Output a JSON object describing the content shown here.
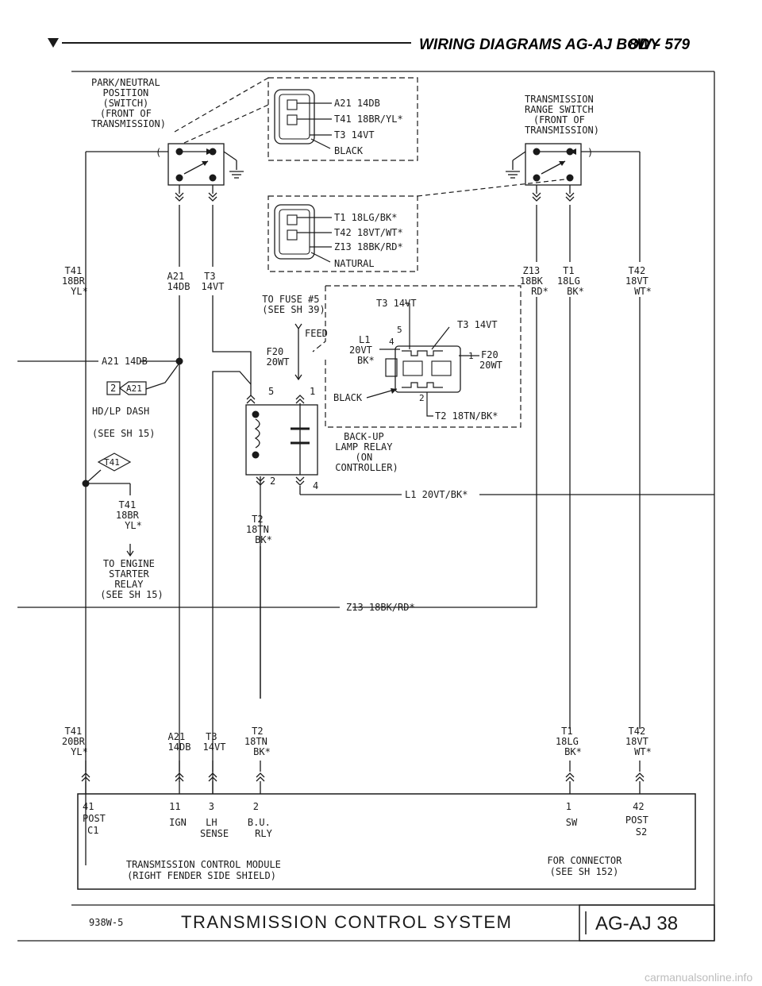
{
  "header": {
    "title": "WIRING DIAGRAMS AG-AJ BODY",
    "page": "8W - 579"
  },
  "components": {
    "park_neutral": [
      "PARK/NEUTRAL",
      "POSITION",
      "(SWITCH)",
      "(FRONT OF",
      "TRANSMISSION)"
    ],
    "range_switch": [
      "TRANSMISSION",
      "RANGE SWITCH",
      "(FRONT OF",
      "TRANSMISSION)"
    ],
    "connector_top": [
      "A21 14DB",
      "T41 18BR/YL*",
      "T3 14VT",
      "BLACK"
    ],
    "connector_mid": [
      "T1 18LG/BK*",
      "T42 18VT/WT*",
      "Z13 18BK/RD*",
      "NATURAL"
    ],
    "fuse": [
      "TO FUSE #5",
      "(SEE SH 39)"
    ],
    "feed": "FEED",
    "relay": [
      "BACK-UP",
      "LAMP RELAY",
      "(ON",
      "CONTROLLER)"
    ],
    "relay_conn": {
      "t3_top": "T3 14VT",
      "t3_right": "T3 14VT",
      "l1": [
        "L1",
        "20VT",
        "BK*"
      ],
      "f20_left": [
        "F20",
        "20WT"
      ],
      "f20_right": [
        "F20",
        "20WT"
      ],
      "black": "BLACK",
      "t2": "T2 18TN/BK*",
      "pins": [
        "5",
        "4",
        "1",
        "2"
      ]
    },
    "hdlp": [
      "HD/LP DASH",
      "(SEE SH 15)"
    ],
    "splice_a21": "A21",
    "splice_a21_num": "2",
    "splice_t41": "T41",
    "starter": [
      "TO ENGINE",
      "STARTER",
      "RELAY",
      "(SEE SH 15)"
    ],
    "tcm": [
      "TRANSMISSION CONTROL MODULE",
      "(RIGHT FENDER SIDE SHIELD)"
    ],
    "for_conn": [
      "FOR CONNECTOR",
      "(SEE SH 152)"
    ]
  },
  "wires": {
    "t41_upper": [
      "T41",
      "18BR",
      "YL*"
    ],
    "a21_upper": [
      "A21",
      "14DB"
    ],
    "t3_upper": [
      "T3",
      "14VT"
    ],
    "z13_upper": [
      "Z13",
      "18BK",
      "RD*"
    ],
    "t1_upper": [
      "T1",
      "18LG",
      "BK*"
    ],
    "t42_upper": [
      "T42",
      "18VT",
      "WT*"
    ],
    "a21_horizontal": "A21 14DB",
    "t41_mid": [
      "T41",
      "18BR",
      "YL*"
    ],
    "t2_mid": [
      "T2",
      "18TN",
      "BK*"
    ],
    "l1": "L1 20VT/BK*",
    "z13": "Z13 18BK/RD*",
    "t41_lower": [
      "T41",
      "20BR",
      "YL*"
    ],
    "a21_lower": [
      "A21",
      "14DB"
    ],
    "t3_lower": [
      "T3",
      "14VT"
    ],
    "t2_lower": [
      "T2",
      "18TN",
      "BK*"
    ],
    "t1_lower": [
      "T1",
      "18LG",
      "BK*"
    ],
    "t42_lower": [
      "T42",
      "18VT",
      "WT*"
    ],
    "relay_pins": [
      "5",
      "1",
      "2",
      "4"
    ]
  },
  "tcm_pins": [
    [
      "41",
      "POST",
      "C1"
    ],
    [
      "11",
      "IGN"
    ],
    [
      "3",
      "LH",
      "SENSE"
    ],
    [
      "2",
      "B.U.",
      "RLY"
    ],
    [
      "1",
      "SW"
    ],
    [
      "42",
      "POST",
      "S2"
    ]
  ],
  "footer": {
    "code": "938W-5",
    "title": "TRANSMISSION CONTROL SYSTEM",
    "box": "AG-AJ 38"
  },
  "watermark": "carmanualsonline.info"
}
